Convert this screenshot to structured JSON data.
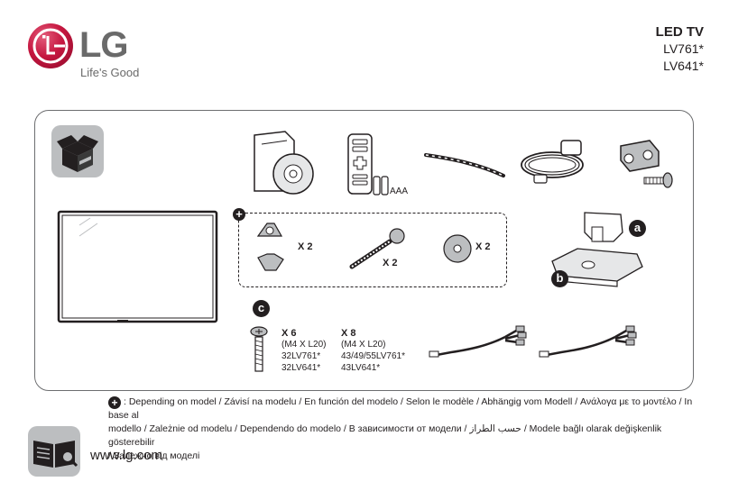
{
  "brand": {
    "logo_text": "LG",
    "tagline": "Life's Good",
    "website": "www.lg.com",
    "accent_color": "#c5163f"
  },
  "product": {
    "title": "LED TV",
    "models": [
      "LV761*",
      "LV641*"
    ]
  },
  "accessories": {
    "batteries_label": "AAA",
    "stand_parts": {
      "a": "a",
      "b": "b"
    },
    "optional_marker": "+",
    "screw_marker": "c",
    "qty_cable_guide_parts": "X 2",
    "qty_bolts": "X 2",
    "qty_washers": "X 2",
    "screws_group_1": {
      "qty": "X 6",
      "spec": "(M4 X L20)",
      "models": [
        "32LV761*",
        "32LV641*"
      ]
    },
    "screws_group_2": {
      "qty": "X 8",
      "spec": "(M4 X L20)",
      "models": [
        "43/49/55LV761*",
        "43LV641*"
      ]
    }
  },
  "note": {
    "line1": ": Depending on model / Závisí na modelu / En función del modelo / Selon le modèle / Abhängig vom Modell / Ανάλογα με το μοντέλο / In base al",
    "line2": "modello / Zależnie od modelu / Dependendo do modelo / В зависимости от модели / حسب الطراز / Modele bağlı olarak değişkenlik gösterebilir",
    "line3": "/ Залежно від моделі"
  },
  "icons": {
    "box": "open-box-icon",
    "manual": "manual-magnifier-icon"
  }
}
